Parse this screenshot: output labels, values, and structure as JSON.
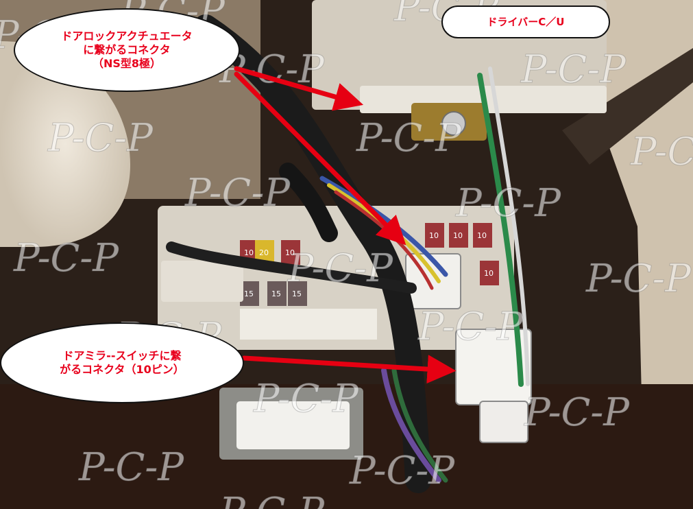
{
  "callouts": {
    "door_lock_connector": "ドアロックアクチュエータ\nに繋がるコネクタ\n（NS型8極）",
    "driver_cu": "ドライバーC／U",
    "door_mirror_connector": "ドアミラ--スイッチに繋\nがるコネクタ（10ピン）"
  },
  "watermark": "P-C-P",
  "fuse_labels": [
    "10",
    "20",
    "10",
    "15",
    "15",
    "15",
    "10",
    "10",
    "10",
    "10"
  ],
  "colors": {
    "callout_text": "#e8001c",
    "arrow": "#e60012",
    "callout_fill": "#ffffff",
    "callout_border": "#111111"
  }
}
